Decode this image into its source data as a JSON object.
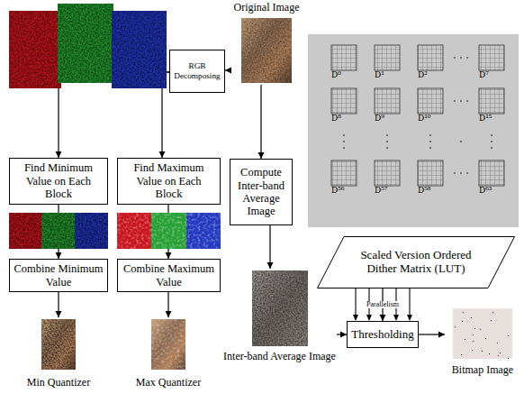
{
  "diagram": {
    "nodes": [
      {
        "text": [
          "Original Image"
        ]
      },
      {
        "text": [
          "RGB Decomposing"
        ]
      },
      {
        "text": [
          "Find Minimum Value on Each Block"
        ]
      },
      {
        "text": [
          "Find Maximum Value on Each Block"
        ]
      },
      {
        "text": [
          "Compute Inter-band Average Image"
        ]
      },
      {
        "text": [
          "Scaled Version Ordered Dither Matrix (LUT)"
        ]
      },
      {
        "text": [
          "Combine Minimum Value"
        ]
      },
      {
        "text": [
          "Combine Maximum Value"
        ]
      },
      {
        "text": [
          "Thresholding"
        ]
      },
      {
        "text": [
          "Min Quantizer"
        ]
      },
      {
        "text": [
          "Max Quantizer"
        ]
      },
      {
        "text": [
          "Inter-band Average Image"
        ]
      },
      {
        "text": [
          "Bitmap Image"
        ]
      }
    ],
    "edges": [
      {
        "from": 0,
        "to": 1,
        "arrow": "to"
      },
      {
        "from": 1,
        "to": 2,
        "arrow": "to"
      },
      {
        "from": 1,
        "to": 3,
        "arrow": "to"
      },
      {
        "from": 0,
        "to": 4,
        "arrow": "to"
      },
      {
        "from": 2,
        "to": 6,
        "arrow": "to"
      },
      {
        "from": 3,
        "to": 7,
        "arrow": "to"
      },
      {
        "from": 4,
        "to": 11,
        "arrow": "to"
      },
      {
        "from": 6,
        "to": 9,
        "arrow": "to"
      },
      {
        "from": 7,
        "to": 10,
        "arrow": "to"
      },
      {
        "from": 11,
        "to": 8,
        "arrow": "to"
      },
      {
        "from": 5,
        "to": 8,
        "label": "Parallelism",
        "arrow": "to"
      },
      {
        "from": 8,
        "to": 12,
        "arrow": "to"
      }
    ],
    "labels": [
      "D⁰",
      "D¹",
      "D²",
      "D⁷",
      "D⁸",
      "D⁹",
      "D¹⁰",
      "D¹⁵",
      "D⁵⁶",
      "D⁵⁷",
      "D⁵⁸",
      "D⁶³"
    ]
  }
}
